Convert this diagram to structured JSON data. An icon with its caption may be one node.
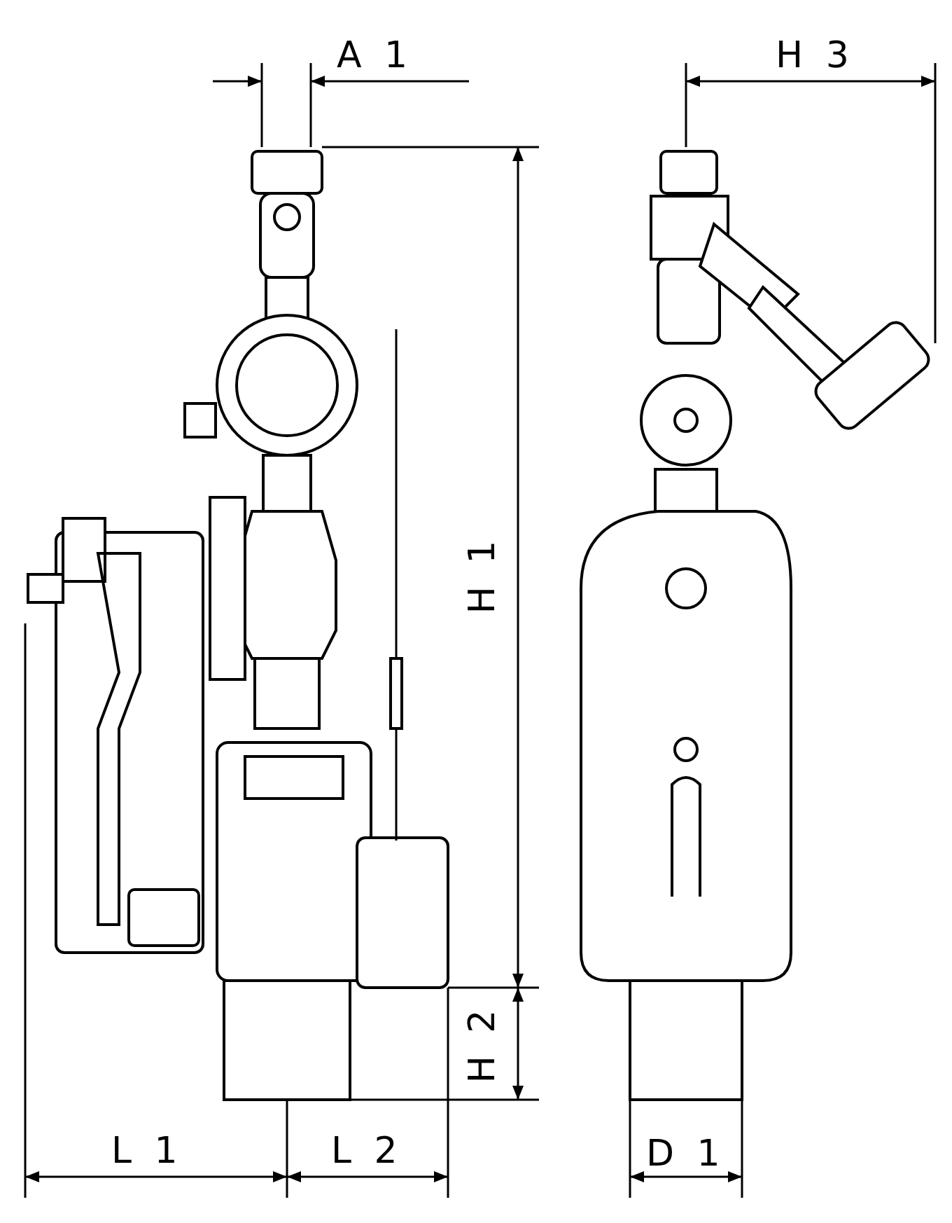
{
  "diagram": {
    "labels": [
      "A 1",
      "H 3",
      "H 1",
      "H 2",
      "L 1",
      "L 2",
      "D 1"
    ]
  }
}
